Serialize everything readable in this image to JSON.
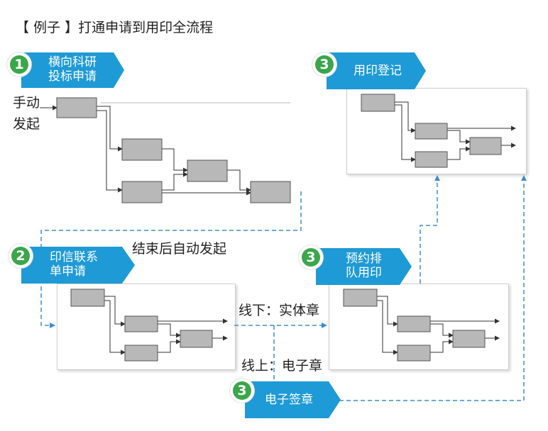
{
  "title": "【 例子 】打通申请到用印全流程",
  "steps": [
    {
      "id": "s1",
      "number": "1",
      "label_lines": [
        "横向科研",
        "投标申请"
      ]
    },
    {
      "id": "s2",
      "number": "2",
      "label_lines": [
        "印信联系",
        "单申请"
      ]
    },
    {
      "id": "s3a",
      "number": "3",
      "label_lines": [
        "用印登记"
      ]
    },
    {
      "id": "s3b",
      "number": "3",
      "label_lines": [
        "预约排",
        "队用印"
      ]
    },
    {
      "id": "s3c",
      "number": "3",
      "label_lines": [
        "电子签章"
      ]
    }
  ],
  "annotations": {
    "manual_start": [
      "手动",
      "发起"
    ],
    "auto_start": "结束后自动发起",
    "offline": "线下：实体章",
    "online": "线上：电子章"
  },
  "colors": {
    "banner_blue": "#1e9ad6",
    "badge_green": "#3aa74a",
    "dashed_line": "#3d8ed0",
    "box_fill": "#b8b8b8"
  }
}
